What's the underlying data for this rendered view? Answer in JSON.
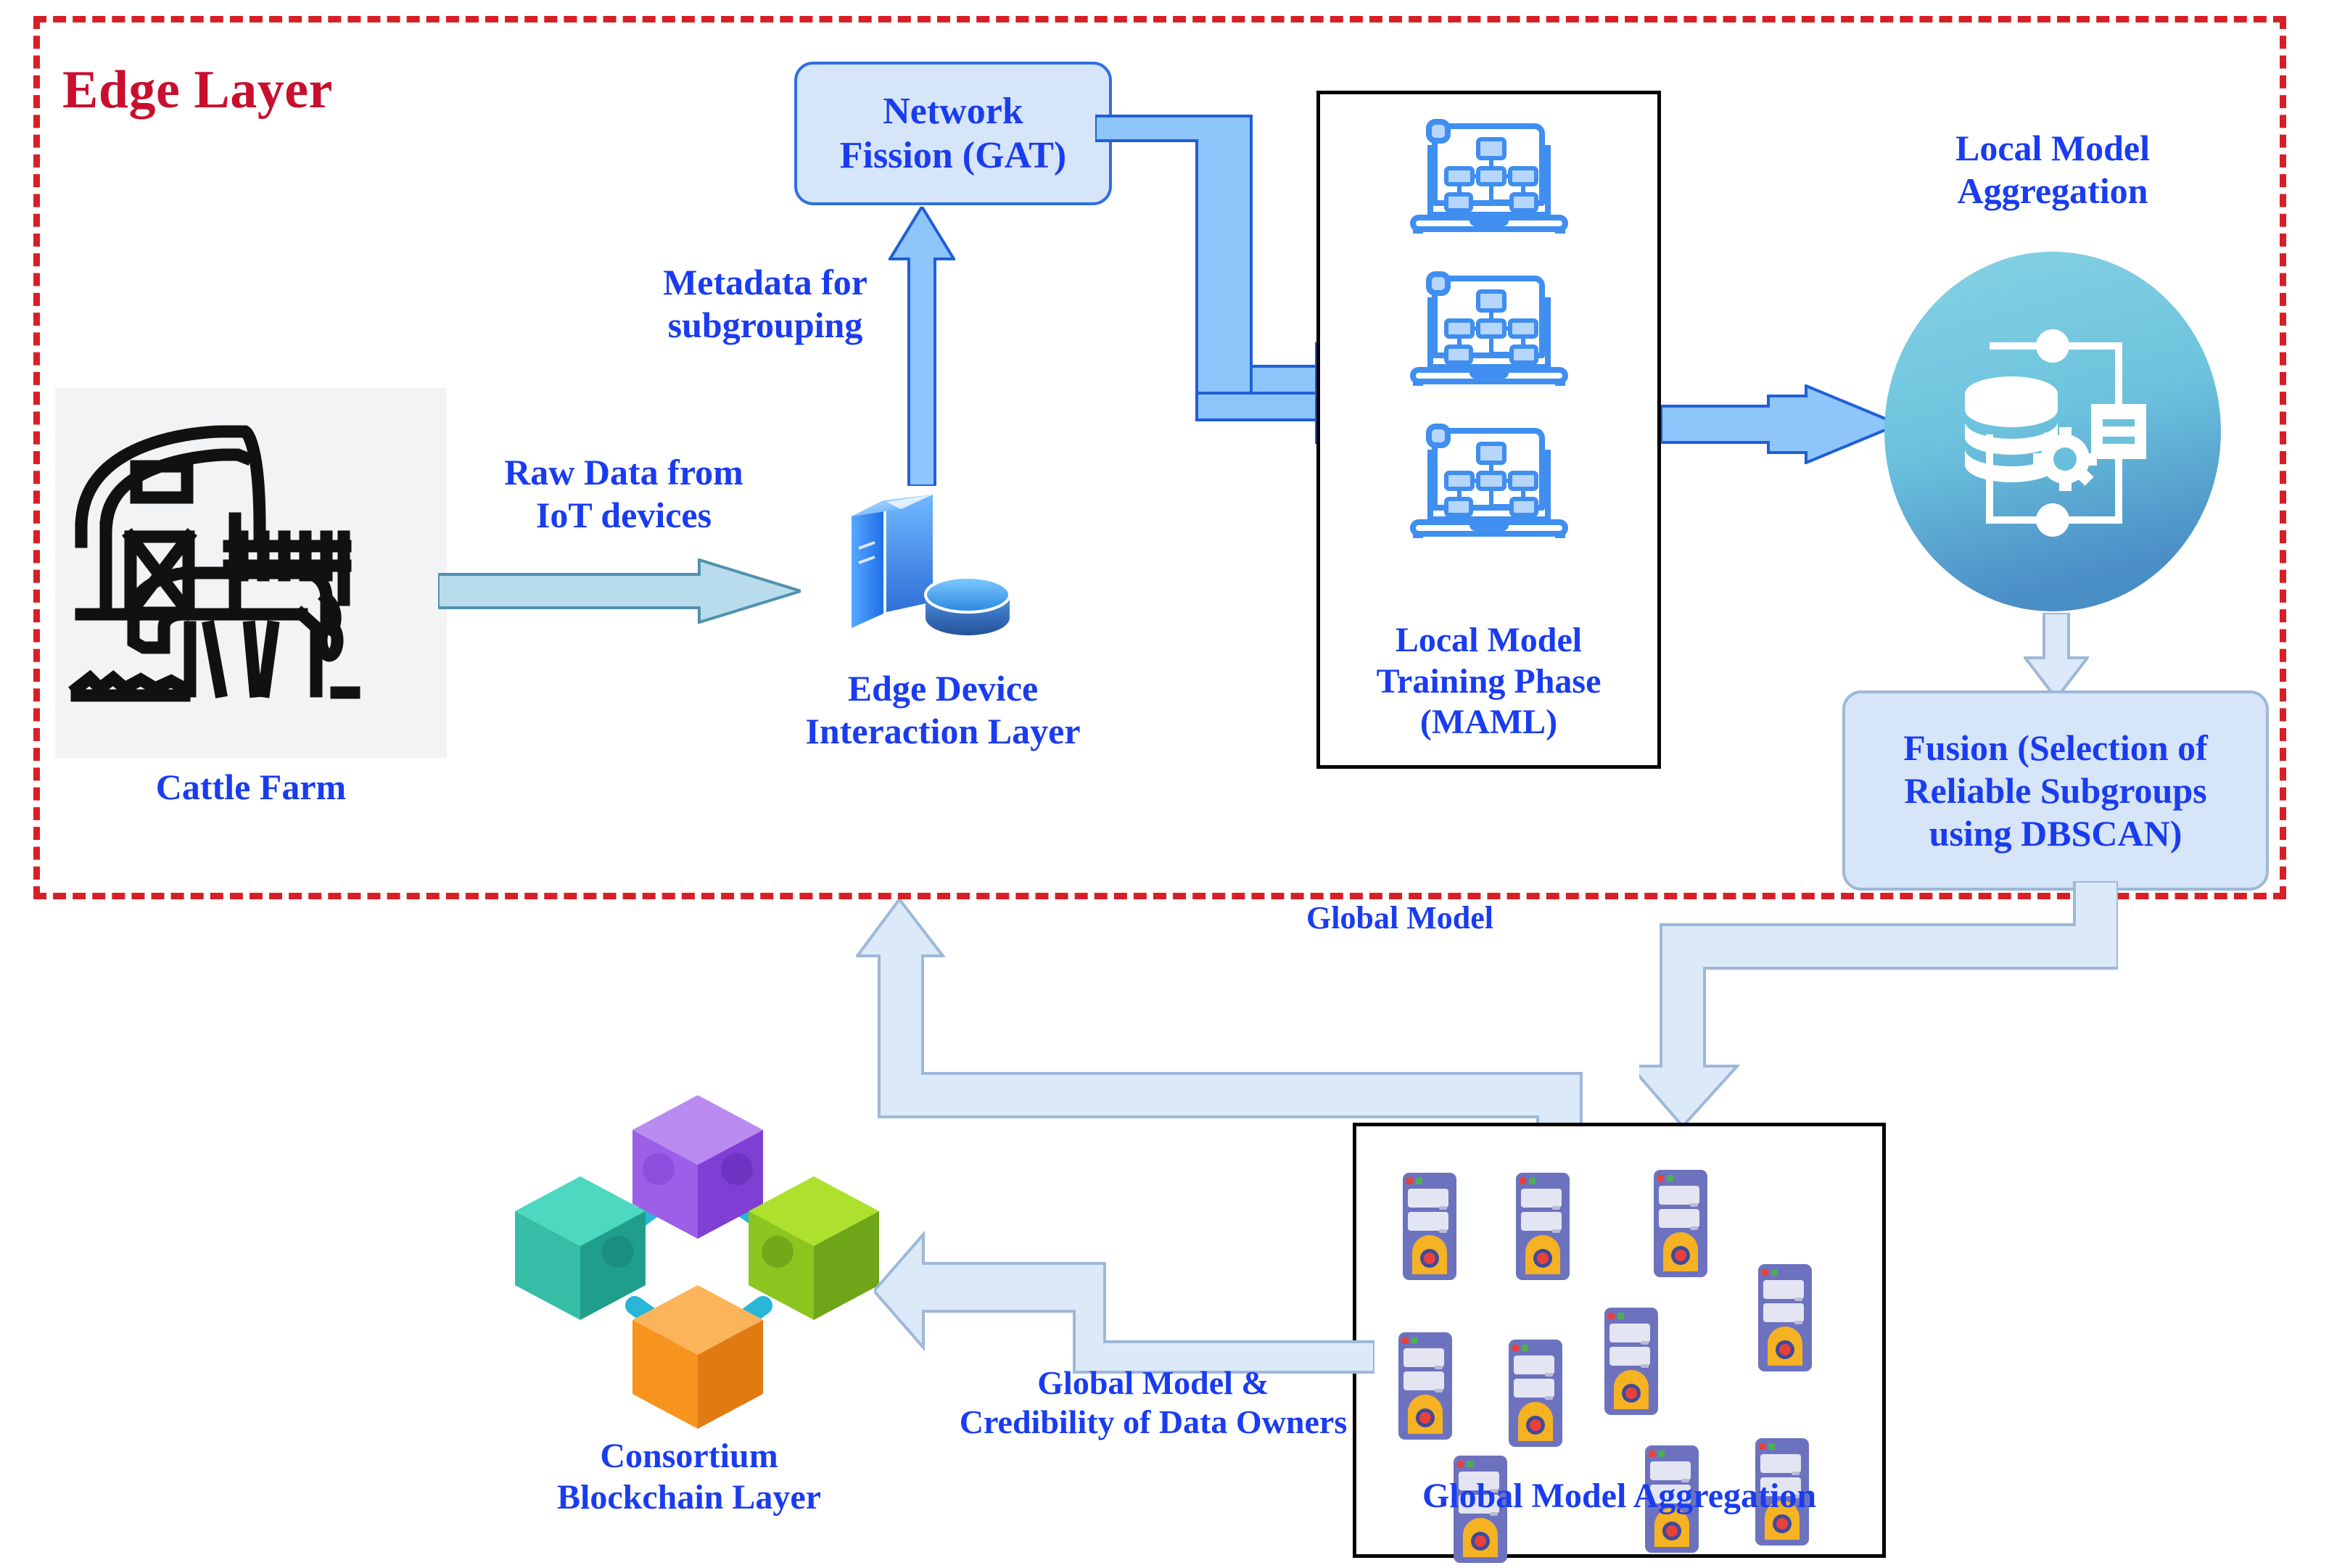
{
  "diagram": {
    "title": "Edge Layer",
    "edge_layer": {
      "label": "Edge Layer",
      "border_color": "#d81f26"
    },
    "nodes": {
      "cattle_farm": {
        "label": "Cattle Farm",
        "icon": "barn-cow-icon"
      },
      "edge_device": {
        "label": "Edge Device\nInteraction Layer",
        "icon": "server-database-icon"
      },
      "network_fission": {
        "label": "Network\nFission (GAT)",
        "fill": "#d6e5f7",
        "border": "#2f6fe0"
      },
      "local_training": {
        "label": "Local Model\nTraining Phase\n(MAML)",
        "icon": "laptop-neural-network-icon",
        "laptop_count": 3
      },
      "local_aggregation": {
        "label": "Local Model\nAggregation",
        "icon": "database-gear-circuit-icon",
        "gradient_top": "#7fcfe0",
        "gradient_bottom": "#4a8fc4"
      },
      "fusion": {
        "label": "Fusion (Selection of\nReliable Subgroups\nusing DBSCAN)",
        "fill": "#d6e5f7",
        "border": "#9db8d8"
      },
      "global_aggregation": {
        "label": "Global Model Aggregation",
        "icon": "server-tower-icon",
        "server_count": 10
      },
      "blockchain": {
        "label": "Consortium\nBlockchain Layer",
        "icon": "blockchain-cubes-icon",
        "cube_colors": [
          "#a96ee8",
          "#3fcab4",
          "#9fd32a",
          "#f7941e"
        ]
      }
    },
    "edges": {
      "raw_data": {
        "label": "Raw Data from\nIoT devices",
        "color": "#bfe0ef"
      },
      "metadata": {
        "label": "Metadata for\nsubgrouping",
        "color": "#8ec5fb"
      },
      "fission_to_training": {
        "label": "",
        "color": "#8ec5fb"
      },
      "training_to_aggregation": {
        "label": "",
        "color": "#8ec5fb"
      },
      "aggregation_to_fusion": {
        "label": "",
        "color": "#dce9f8"
      },
      "fusion_to_global": {
        "label": "",
        "color": "#dce9f8"
      },
      "global_model": {
        "label": "Global Model",
        "color": "#dce9f8"
      },
      "credibility": {
        "label": "Global Model &\nCredibility of Data Owners",
        "color": "#dce9f8"
      }
    },
    "colors": {
      "text_blue": "#1a3cf0",
      "accent_red": "#d81f26",
      "arrow_light": "#dce9f8",
      "arrow_blue": "#8ec5fb"
    }
  }
}
